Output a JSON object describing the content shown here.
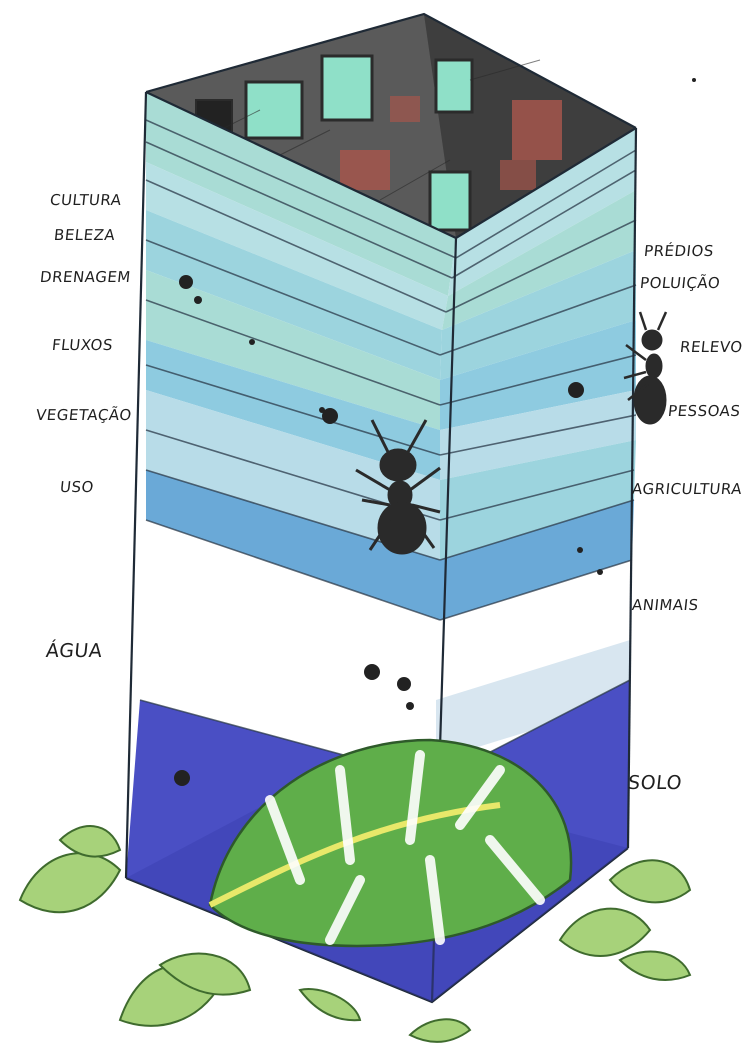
{
  "labels_left": [
    {
      "key": "cultura",
      "text": "CULTURA"
    },
    {
      "key": "beleza",
      "text": "BELEZA"
    },
    {
      "key": "drenagem",
      "text": "DRENAGEM"
    },
    {
      "key": "fluxos",
      "text": "FLUXOS"
    },
    {
      "key": "vegetacao",
      "text": "VEGETAÇÃO"
    },
    {
      "key": "uso",
      "text": "USO"
    },
    {
      "key": "agua",
      "text": "ÁGUA"
    }
  ],
  "labels_right": [
    {
      "key": "predios",
      "text": "PRÉDIOS"
    },
    {
      "key": "poluicao",
      "text": "POLUIÇÃO"
    },
    {
      "key": "relevo",
      "text": "RELEVO"
    },
    {
      "key": "pessoas",
      "text": "PESSOAS"
    },
    {
      "key": "agricultura",
      "text": "AGRICULTURA"
    },
    {
      "key": "animais",
      "text": "ANIMAIS"
    },
    {
      "key": "solo",
      "text": "SOLO"
    }
  ],
  "colors": {
    "layer_top": "#a9dcd5",
    "layer_teal": "#b7e0e4",
    "layer_mid": "#8ecbe0",
    "layer_blue": "#6aa9d7",
    "layer_deep": "#3f7fc2",
    "layer_water": "#ffffff",
    "layer_soil": "#4a4fc4",
    "building": "#555555",
    "window": "#8fe0c8",
    "brick": "#a4564c",
    "leaf": "#5fae4a",
    "leaf_light": "#a7d27a",
    "ant": "#2a2a2a",
    "ink": "#2b3a4a"
  }
}
